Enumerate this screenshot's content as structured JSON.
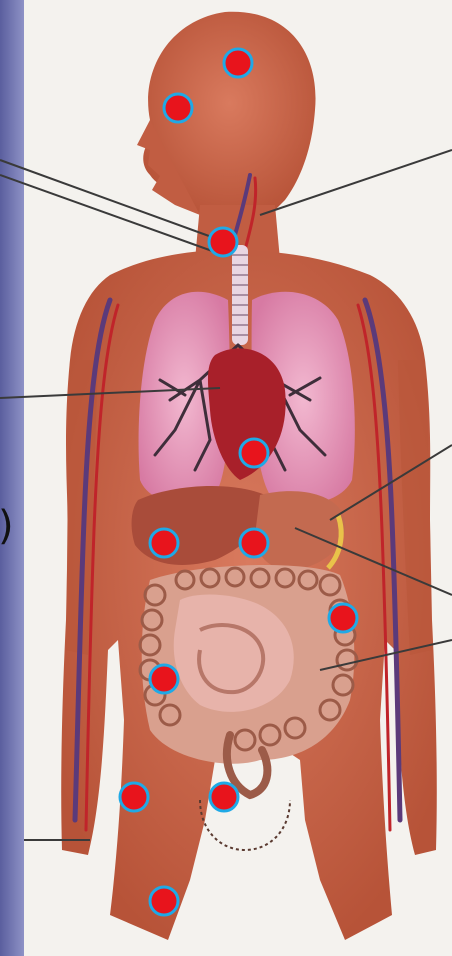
{
  "colors": {
    "side_panel": "#5A5E9E",
    "side_panel_highlight": "#8E92C6",
    "background": "#F4F2EE",
    "skin": "#CC6A4F",
    "skin_shadow": "#B75338",
    "lung": "#E59ABB",
    "heart": "#A8202A",
    "liver": "#A94C3A",
    "stomach": "#C36A50",
    "intestine": "#C98E78",
    "intestine_dark": "#9C5B48",
    "vein": "#5B3A7A",
    "artery": "#C0242A",
    "leader_line": "#3A3A3A",
    "marker_fill": "#E8141C",
    "marker_ring": "#1FA9E6"
  },
  "cut_off_label": ")",
  "markers": [
    "marker-head-top",
    "marker-face",
    "marker-throat",
    "marker-chest",
    "marker-liver",
    "marker-stomach",
    "marker-colon-right",
    "marker-lower-abdomen",
    "marker-hand-left",
    "marker-pelvis",
    "marker-thigh"
  ]
}
